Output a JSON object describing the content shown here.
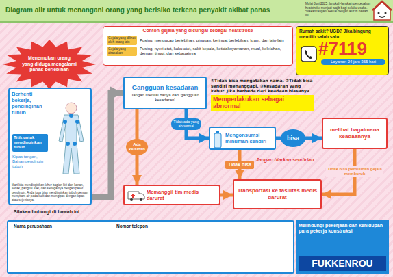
{
  "diagram": {
    "title": "Diagram alir untuk menangani orang yang berisiko terkena penyakit akibat panas",
    "nodes": [
      {
        "text": [
          "Contoh gejala yang dicurigai sebagai heatstroke"
        ]
      },
      {
        "text": [
          "Gejala yang dilihat oleh orang lain",
          "Pusing, mengucap berlebihan, pingsan, keringat berlebihan, kram, dan lain-lain"
        ],
        "in": 0
      },
      {
        "text": [
          "Gejala yang dirasakan",
          "Pusing, nyeri otot, kaku otot, sakit kepala, ketidaknyamanan, mual, kelelahan, demam tinggi, dan sebagainya"
        ],
        "in": 0
      },
      {
        "text": [
          "Menemukan orang yang diduga mengalami panas berlebihan"
        ]
      },
      {
        "text": [
          "Berhenti bekerja, pendinginan tubuh",
          "Mari kita mendinginkan leher bagian kiri dan kanan, ketiak, pangkal kaki, dan sebagainya dengan paket pendingin. Anda juga bisa mendinginkan tubuh dengan menyiram air pada kulit dan mengipas dengan kipas atau sejenisnya."
        ]
      },
      {
        "text": [
          "Titik untuk mendinginkan tubuh"
        ],
        "in": 4
      },
      {
        "text": [
          "Rumah sakit? UGD? Jika bingung memilih salah satu",
          "#7119"
        ]
      },
      {
        "text": [
          "Layanan 24 jam 365 hari"
        ],
        "in": 6
      },
      {
        "text": [
          "Gangguan kesadaran",
          "Jangan menilai hanya dari 'gangguan kesadaran'"
        ]
      },
      {
        "text": [
          "①Tidak bisa mengatakan nama. ②Tidak bisa sendiri menanggapi. ③Kesadaran yang kabur. Jika berbeda dari keadaan biasanya",
          "Memperlakukan sebagai abnormal"
        ]
      },
      {
        "text": [
          "Mengonsumsi minuman sendiri"
        ]
      },
      {
        "text": [
          "bisa"
        ]
      },
      {
        "text": [
          "melihat bagaimana keadaannya"
        ]
      },
      {
        "text": [
          "Memanggil tim medis darurat"
        ]
      },
      {
        "text": [
          "Transportasi ke fasilitas medis darurat"
        ]
      },
      {
        "text": [
          "Nama perusahaan",
          "Nomor telepon"
        ]
      },
      {
        "text": [
          "Melindungi pekerjaan dan kehidupan para pekerja konstruksi",
          "FUKKENROU"
        ]
      }
    ],
    "edges": [
      {
        "from": 4,
        "to": 8,
        "arrow": "to"
      },
      {
        "from": 8,
        "to": 13,
        "label": "Ada kelainan",
        "arrow": "to"
      },
      {
        "from": 8,
        "to": 10,
        "label": "Tidak ada yang abnormal",
        "arrow": "to"
      },
      {
        "from": 10,
        "to": 11,
        "arrow": "none"
      },
      {
        "from": 11,
        "to": 12,
        "arrow": "to"
      },
      {
        "from": 10,
        "to": 14,
        "label": "Tidak bisa",
        "arrow": "to"
      },
      {
        "from": 12,
        "to": 14,
        "label": "Tidak bisa pemulihan gejala memburuk",
        "arrow": "to"
      },
      {
        "from": 13,
        "to": 14,
        "arrow": "to"
      }
    ],
    "labels": [
      "Mulai Juni 2025, langkah-langkah pencegahan heatstroke menjadi wajib bagi pelaku usaha. Silakan tangani sesuai dengan alur di bawah ini.",
      "Jangan biarkan sendirian",
      "Kipas tangan, Bahan pendingin tubuh",
      "Silakan hubungi di bawah ini"
    ]
  }
}
